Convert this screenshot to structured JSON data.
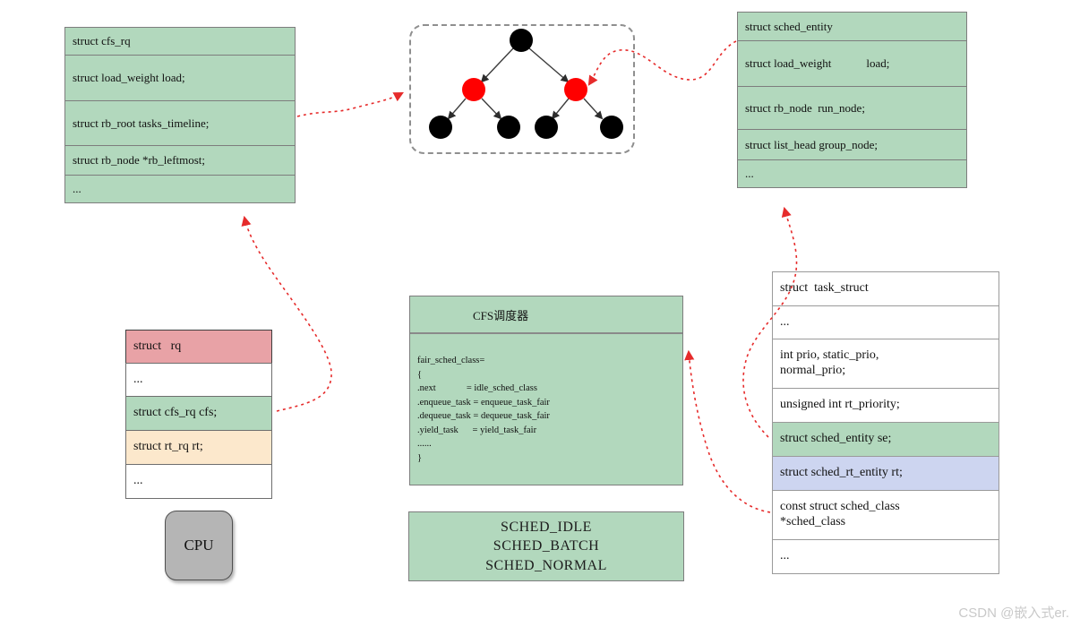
{
  "colors": {
    "box_green": "#b2d8bd",
    "row_pink": "#e8a2a6",
    "row_orange": "#fce8cc",
    "row_lavender": "#cdd5f0",
    "cpu_gray": "#b5b5b5",
    "tree_node_red": "#ff0000",
    "tree_node_black": "#000000",
    "arrow_red": "#e62b2b"
  },
  "cfs_rq": {
    "title": "struct cfs_rq",
    "rows": [
      "struct load_weight load;",
      "struct rb_root tasks_timeline;",
      "struct rb_node *rb_leftmost;",
      "..."
    ]
  },
  "sched_entity": {
    "title": "struct sched_entity",
    "rows": [
      "struct load_weight            load;",
      "struct rb_node  run_node;",
      "struct list_head group_node;",
      "..."
    ]
  },
  "rq": {
    "title": "struct   rq",
    "rows": [
      "...",
      "struct cfs_rq cfs;",
      "struct rt_rq rt;",
      "..."
    ]
  },
  "task_struct": {
    "title": "struct  task_struct",
    "rows": [
      "...",
      "int prio, static_prio,\nnormal_prio;",
      "unsigned int rt_priority;",
      "struct sched_entity se;",
      "struct sched_rt_entity rt;",
      "const struct sched_class\n*sched_class",
      "..."
    ]
  },
  "cfs_scheduler": {
    "header": "CFS调度器",
    "code_lines": "fair_sched_class=\n{\n.next             = idle_sched_class\n.enqueue_task = enqueue_task_fair\n.dequeue_task = dequeue_task_fair\n.yield_task      = yield_task_fair\n......\n}"
  },
  "sched_policies": {
    "lines": [
      "SCHED_IDLE",
      "SCHED_BATCH",
      "SCHED_NORMAL"
    ]
  },
  "cpu": {
    "label": "CPU"
  },
  "tree": {
    "node_colors": [
      "black",
      "red",
      "red",
      "black",
      "black",
      "black",
      "black"
    ]
  },
  "watermark": "CSDN @嵌入式er."
}
